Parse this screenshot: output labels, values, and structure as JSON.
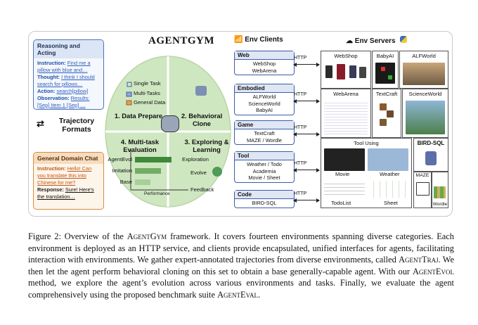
{
  "figure": {
    "title": "AGENTGYM",
    "env_clients_title": "Env Clients",
    "env_servers_title": "Env Servers",
    "reasoning_panel": {
      "title": "Reasoning and Acting",
      "instruction_label": "Instruction:",
      "instruction_text": "Find me a pillow with blue and…",
      "thought_label": "Thought:",
      "thought_text": "I think I should search for pillows…",
      "action_label": "Action:",
      "action_text": "search[pillow]",
      "observation_label": "Observation:",
      "observation_text": "Results: [Sep] Item 1 [Sep] …"
    },
    "trajectory_formats": "Trajectory Formats",
    "chat_panel": {
      "title": "General Domain Chat",
      "instruction_label": "Instruction:",
      "instruction_text": "Hello! Can you translate this into Chinese for me?",
      "response_label": "Response:",
      "response_text": "Sure! Here's the translation…"
    },
    "circle": {
      "q1_title": "1. Data Prepare",
      "q1_items": [
        "Single Task",
        "Multi-Tasks",
        "General Data"
      ],
      "q2_title": "2. Behavioral Clone",
      "q3_title": "3. Exploring & Learning",
      "q3_items": [
        "Exploration",
        "Evolve",
        "Feedback"
      ],
      "q4_title": "4. Multi-task Evaluation",
      "q4_bars": [
        {
          "label": "AgentEvol",
          "value": 1.0
        },
        {
          "label": "Imitation",
          "value": 0.72
        },
        {
          "label": "Base",
          "value": 0.42
        }
      ],
      "q4_axis": "Performance"
    },
    "clients": [
      {
        "name": "Web",
        "envs": "WebShop\nWebArena"
      },
      {
        "name": "Embodied",
        "envs": "ALFWorld\nScienceWorld\nBabyAI"
      },
      {
        "name": "Game",
        "envs": "TextCraft\nMAZE / Wordle"
      },
      {
        "name": "Tool",
        "envs": "Weather / Todo\nAcademia\nMovie / Sheet"
      },
      {
        "name": "Code",
        "envs": "BIRD-SQL"
      }
    ],
    "http_label": "HTTP",
    "servers": {
      "webshop": "WebShop",
      "babyai": "BabyAI",
      "alfworld": "ALFWorld",
      "webarena": "WebArena",
      "textcraft": "TextCraft",
      "scienceworld": "ScienceWorld",
      "tool_using": "Tool Using",
      "movie": "Movie",
      "weather": "Weather",
      "todolist": "TodoList",
      "sheet": "Sheet",
      "birdsql": "BIRD-SQL",
      "maze": "MAZE",
      "wordle": "Wordle"
    }
  },
  "caption": {
    "prefix": "Figure 2:  Overview of the ",
    "agentgym": "AgentGym",
    "part1": " framework. It covers fourteen environments spanning diverse categories. Each environment is deployed as an HTTP service, and clients provide encapsulated, unified interfaces for agents, facilitating interaction with environments. We gather expert-annotated trajectories from diverse environments, called ",
    "agenttraj": "AgentTraj",
    "part2": ". We then let the agent perform behavioral cloning on this set to obtain a base generally-capable agent. With our ",
    "agentevol": "AgentEvol",
    "part3": " method, we explore the agent’s evolution across various environments and tasks. Finally, we evaluate the agent comprehensively using the proposed benchmark suite ",
    "agenteval": "AgentEval",
    "part4": "."
  },
  "colors": {
    "circle_green": "#cfe7c0",
    "panel_blue": "#4a74b8",
    "panel_orange": "#d98a3a",
    "client_border": "#3b5da8"
  }
}
